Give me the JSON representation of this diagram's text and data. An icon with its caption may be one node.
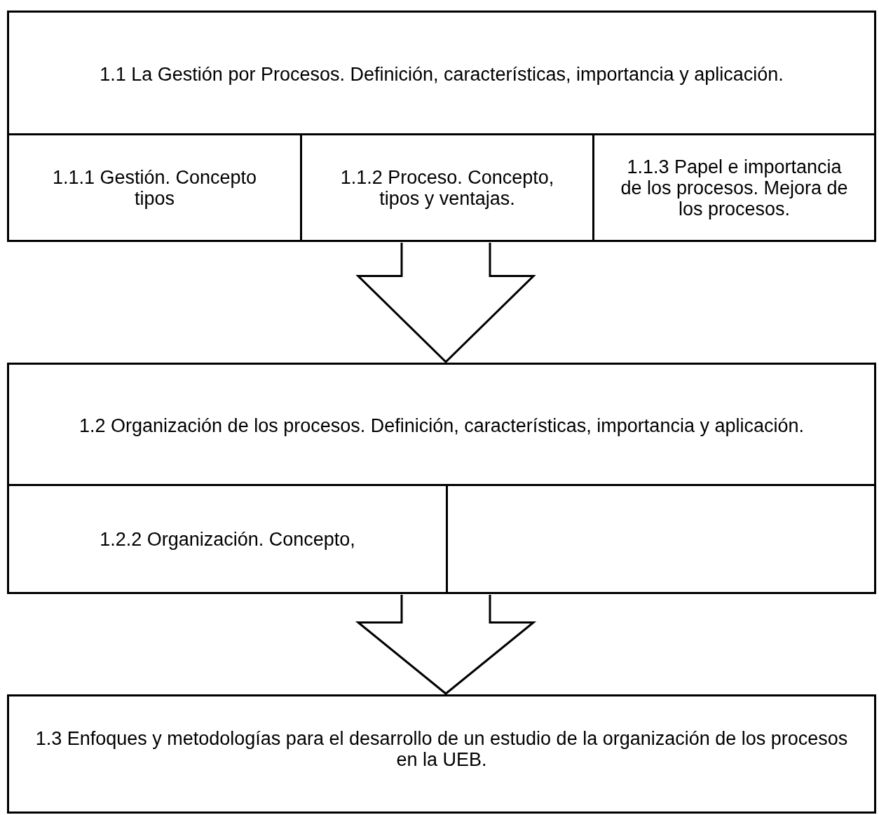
{
  "diagram": {
    "nodes": [
      {
        "text": [
          "1.1 La Gestión por Procesos. Definición, características, importancia y aplicación."
        ]
      },
      {
        "text": [
          "1.1.1 Gestión. Concepto tipos"
        ],
        "in": 0
      },
      {
        "text": [
          "1.1.2 Proceso. Concepto, tipos y ventajas."
        ],
        "in": 0
      },
      {
        "text": [
          "1.1.3 Papel e importancia de los procesos. Mejora de los procesos."
        ],
        "in": 0
      },
      {
        "text": [
          "1.2 Organización de los procesos. Definición, características, importancia y aplicación."
        ]
      },
      {
        "text": [
          "1.2.2 Organización. Concepto,"
        ],
        "in": 4
      },
      {
        "text": [],
        "shape": "box",
        "in": 4
      },
      {
        "text": [
          "1.3 Enfoques y metodologías para el desarrollo de un estudio de la organización de los procesos en la UEB."
        ]
      }
    ],
    "edges": [
      {
        "from": 0,
        "to": 4,
        "arrow": "to"
      },
      {
        "from": 4,
        "to": 7,
        "arrow": "to"
      }
    ]
  }
}
